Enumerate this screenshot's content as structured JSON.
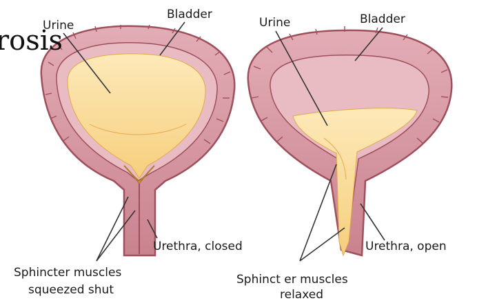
{
  "background_text": "rosis",
  "left_diagram": {
    "urine_label": "Urine",
    "bladder_label": "Bladder",
    "urethra_label": "Urethra, closed",
    "sphincter_label_line1": "Sphincter muscles",
    "sphincter_label_line2": "squeezed shut"
  },
  "right_diagram": {
    "urine_label": "Urine",
    "bladder_label": "Bladder",
    "urethra_label": "Urethra, open",
    "sphincter_label_line1": "Sphinct er muscles",
    "sphincter_label_line2": "relaxed"
  },
  "colors": {
    "bladder_wall": "#d79aa6",
    "bladder_wall_dark": "#9e4f5c",
    "urine": "#fbe0a6",
    "urine_dark": "#f2c260",
    "leader_line": "#333333"
  }
}
